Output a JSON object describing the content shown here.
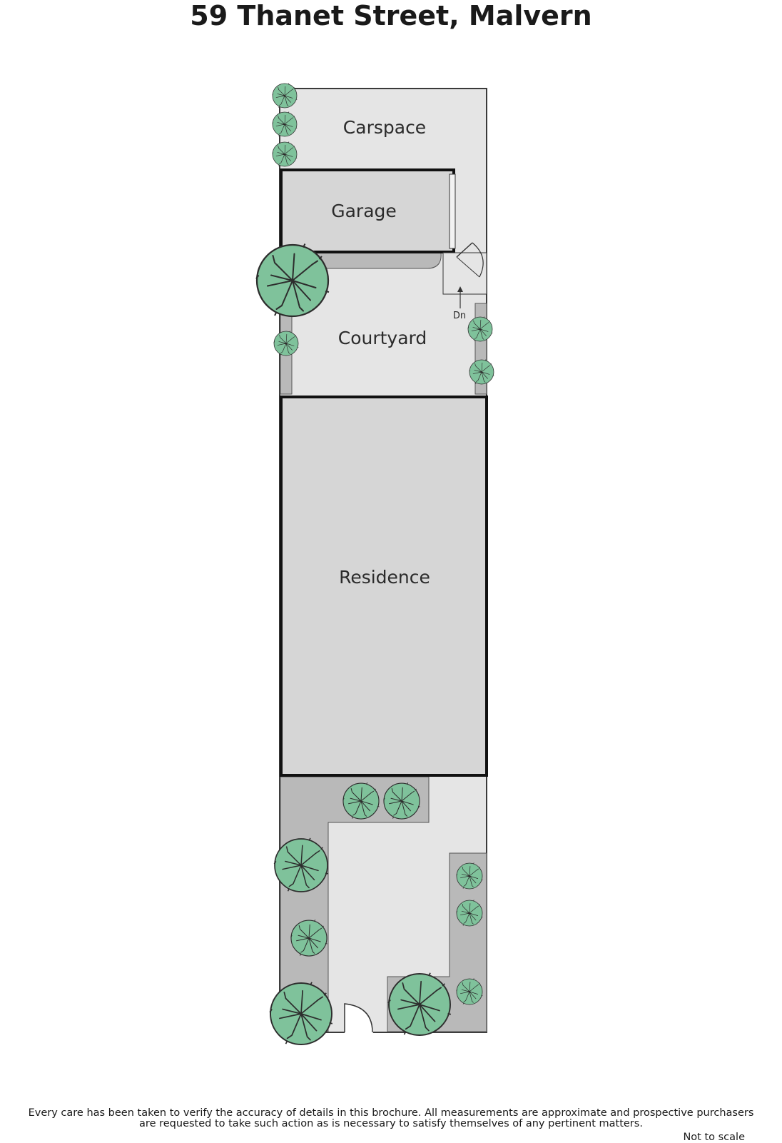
{
  "title": "59 Thanet Street, Malvern",
  "rooms": {
    "carspace": "Carspace",
    "garage": "Garage",
    "courtyard": "Courtyard",
    "residence": "Residence"
  },
  "stair_label": "Dn",
  "disclaimer": {
    "line1": "Every care has been taken to verify the accuracy of details in this brochure.  All measurements are approximate and prospective purchasers",
    "line2": "are requested to take such action as is necessary to satisfy themselves of any pertinent matters."
  },
  "scale_note": "Not to scale",
  "colors": {
    "ground": "#e5e5e5",
    "garden_bed": "#b9b9b9",
    "building": "#d6d6d6",
    "tree_fill": "#7fc29b",
    "line": "#1a1a1a"
  },
  "icons": {
    "tree": "tree-icon",
    "door": "door-swing-icon",
    "stair_arrow": "arrow-up-icon"
  }
}
